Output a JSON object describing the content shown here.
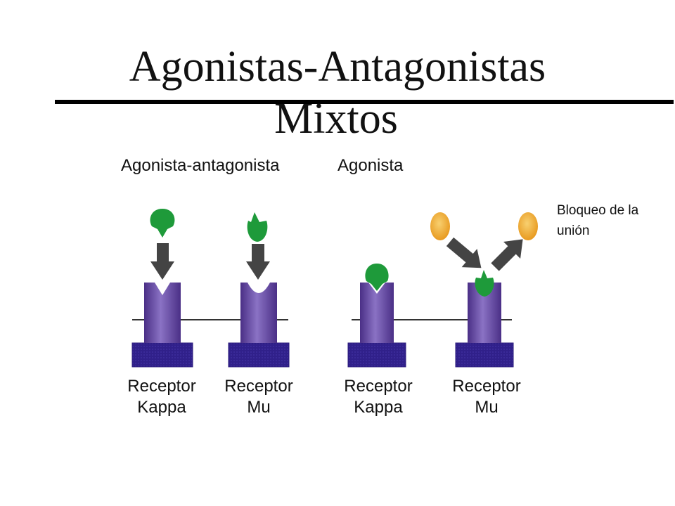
{
  "title": {
    "line1": "Agonistas-Antagonistas",
    "line2": "Mixtos"
  },
  "headings": {
    "left": "Agonista-antagonista",
    "right": "Agonista"
  },
  "annotation": {
    "line1": "Bloqueo de la",
    "line2": "unión"
  },
  "receptors": [
    {
      "line1": "Receptor",
      "line2": "Kappa"
    },
    {
      "line1": "Receptor",
      "line2": "Mu"
    },
    {
      "line1": "Receptor",
      "line2": "Kappa"
    },
    {
      "line1": "Receptor",
      "line2": "Mu"
    }
  ],
  "colors": {
    "receptor_body": "#5b3d9a",
    "receptor_base": "#2f1f86",
    "ligand_green": "#1e9a3a",
    "ligand_yellow": "#f0b030",
    "arrow": "#444444"
  }
}
